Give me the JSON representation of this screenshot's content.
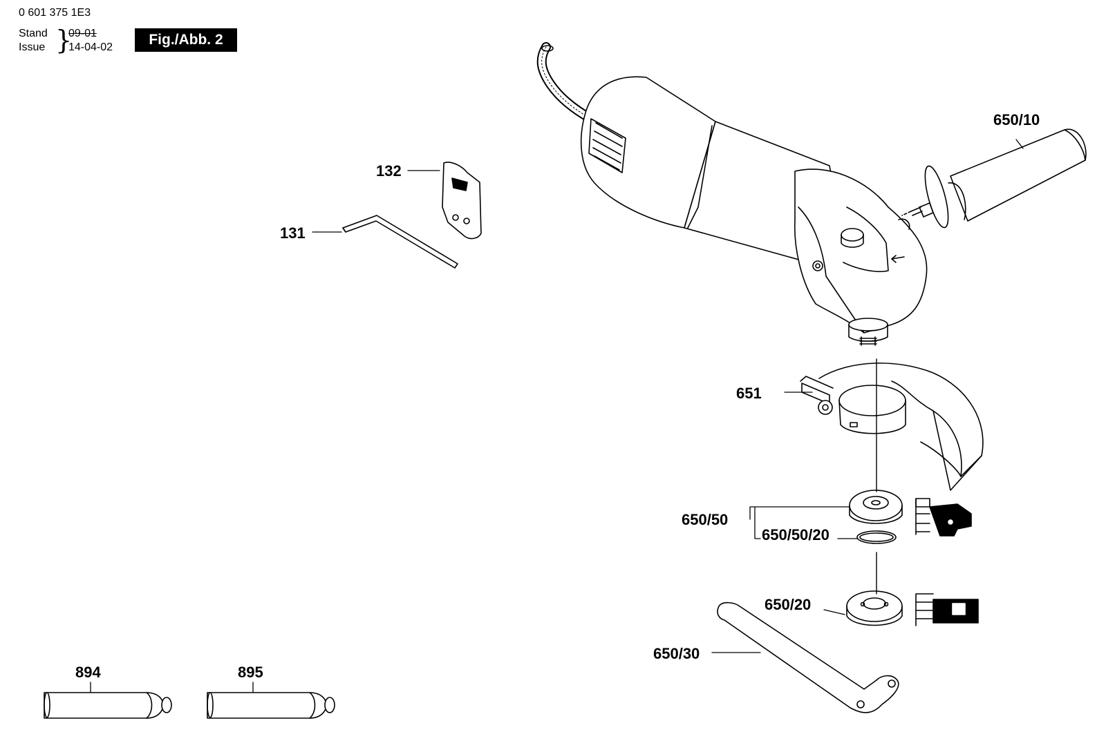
{
  "header": {
    "doc_number": "0 601 375 1E3",
    "stand_label": "Stand",
    "issue_label": "Issue",
    "stand_date": "09-01",
    "issue_date": "14-04-02",
    "figure_label": "Fig./Abb. 2"
  },
  "parts": {
    "p132": "132",
    "p131": "131",
    "p650_10": "650/10",
    "p651": "651",
    "p650_50": "650/50",
    "p650_50_20": "650/50/20",
    "p650_20": "650/20",
    "p650_30": "650/30",
    "p894": "894",
    "p895": "895"
  },
  "colors": {
    "line": "#000000",
    "badge_bg": "#000000",
    "badge_text": "#ffffff"
  }
}
